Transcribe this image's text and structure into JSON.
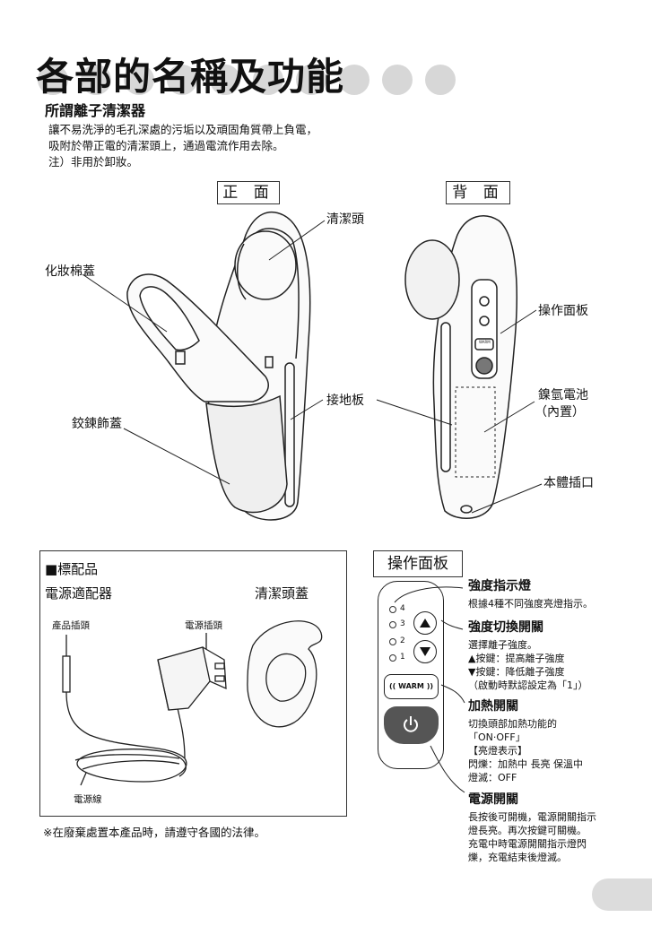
{
  "title": "各部的名稱及功能",
  "section_ion": {
    "heading": "所謂離子清潔器",
    "lines": [
      "讓不易洗淨的毛孔深處的污垢以及頑固角質帶上負電，",
      "吸附於帶正電的清潔頭上，通過電流作用去除。",
      "注）非用於卸妝。"
    ]
  },
  "front": {
    "label": "正 面",
    "callouts": {
      "head": "清潔頭",
      "cotton_cover": "化妝棉蓋",
      "ground_plate": "接地板",
      "hinge_cover": "鉸鍊飾蓋"
    }
  },
  "back": {
    "label": "背 面",
    "callouts": {
      "panel": "操作面板",
      "battery_1": "鎳氫電池",
      "battery_2": "（內置）",
      "socket": "本體插口"
    },
    "mini_warm": "WARM"
  },
  "accessories": {
    "heading": "■標配品",
    "adapter": "電源適配器",
    "head_cap": "清潔頭蓋",
    "product_plug": "產品插頭",
    "power_plug": "電源插頭",
    "cord": "電源線"
  },
  "disposal": "※在廢棄處置本產品時，請遵守各國的法律。",
  "control_panel": {
    "title": "操作面板",
    "levels": [
      "4",
      "3",
      "2",
      "1"
    ],
    "warm_label": "WARM",
    "sections": [
      {
        "heading": "強度指示燈",
        "lines": [
          "根據4種不同強度亮燈指示。"
        ]
      },
      {
        "heading": "強度切換開關",
        "lines": [
          "選擇離子強度。",
          "▲按鍵：提高離子強度",
          "▼按鍵：降低離子強度",
          "（啟動時默認設定為「1」）"
        ]
      },
      {
        "heading": "加熱開關",
        "lines": [
          "切換頭部加熱功能的",
          "「ON·OFF」",
          "【亮燈表示】",
          "閃爍：加熱中 長亮 保溫中",
          "燈滅：OFF"
        ]
      },
      {
        "heading": "電源開關",
        "lines": [
          "長按後可開機，電源開關指示",
          "燈長亮。再次按鍵可關機。",
          "充電中時電源開關指示燈閃",
          "爍，充電結束後燈滅。"
        ]
      }
    ]
  }
}
